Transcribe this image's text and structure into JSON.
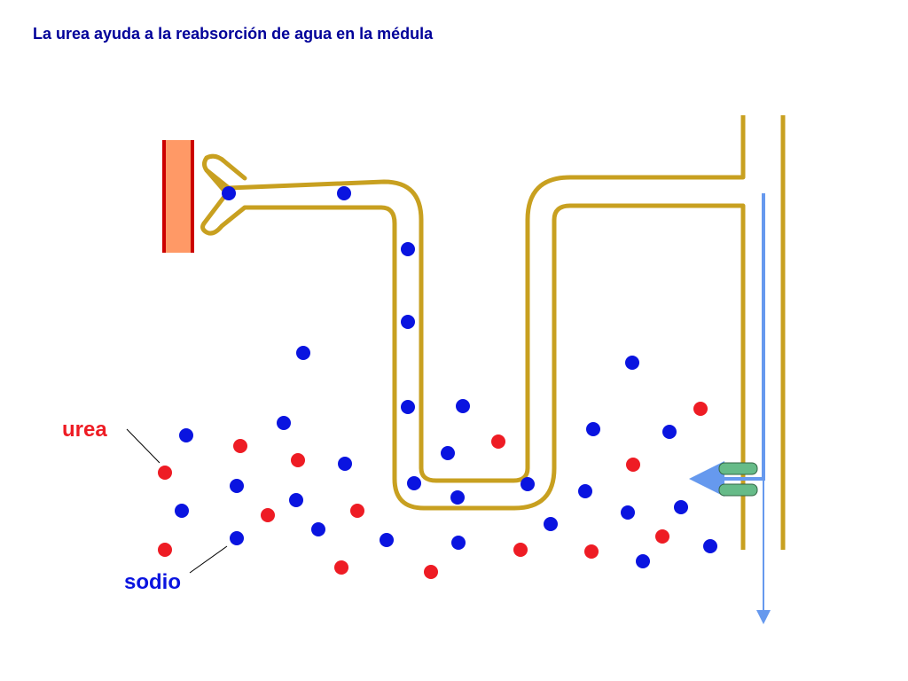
{
  "title": "La urea ayuda a la reabsorción de agua en la médula",
  "labels": {
    "urea": "urea",
    "sodio": "sodio"
  },
  "colors": {
    "title": "#000099",
    "tubule": "#C8A020",
    "urea_particle": "#EE1C24",
    "sodium_particle": "#0A14E0",
    "urea_label": "#EE1C24",
    "sodium_label": "#0A14E0",
    "vessel_fill": "#FF9966",
    "vessel_wall": "#CC0000",
    "water_arrow": "#6699EE",
    "channel": "#66BB88"
  },
  "icons": {
    "water_channel": "water-channel-icon",
    "water_flow_arrow": "arrow-left-icon",
    "collecting_duct_flow": "arrow-down-icon"
  }
}
